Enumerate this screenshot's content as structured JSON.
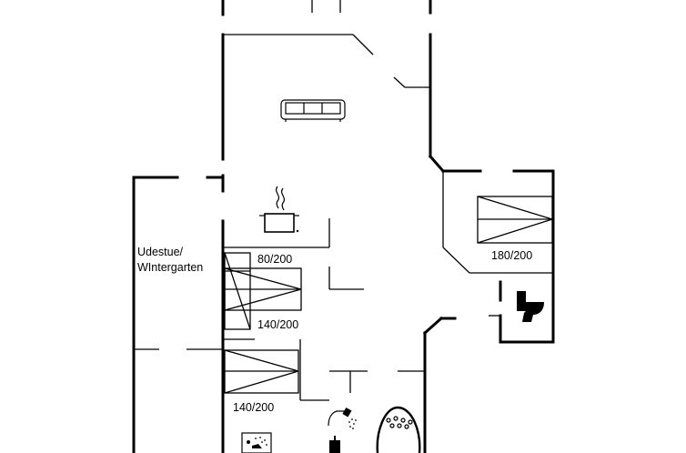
{
  "rooms": {
    "sunroom_label_line1": "Udestue/",
    "sunroom_label_line2": "WIntergarten"
  },
  "beds": {
    "bed_a": "80/200",
    "bed_b": "140/200",
    "bed_c": "140/200",
    "bed_d": "180/200"
  },
  "icons": [
    "sofa-icon",
    "cooking-pot-icon",
    "toilet-icon",
    "shower-icon",
    "sauna-icon",
    "whirlpool-icon"
  ]
}
